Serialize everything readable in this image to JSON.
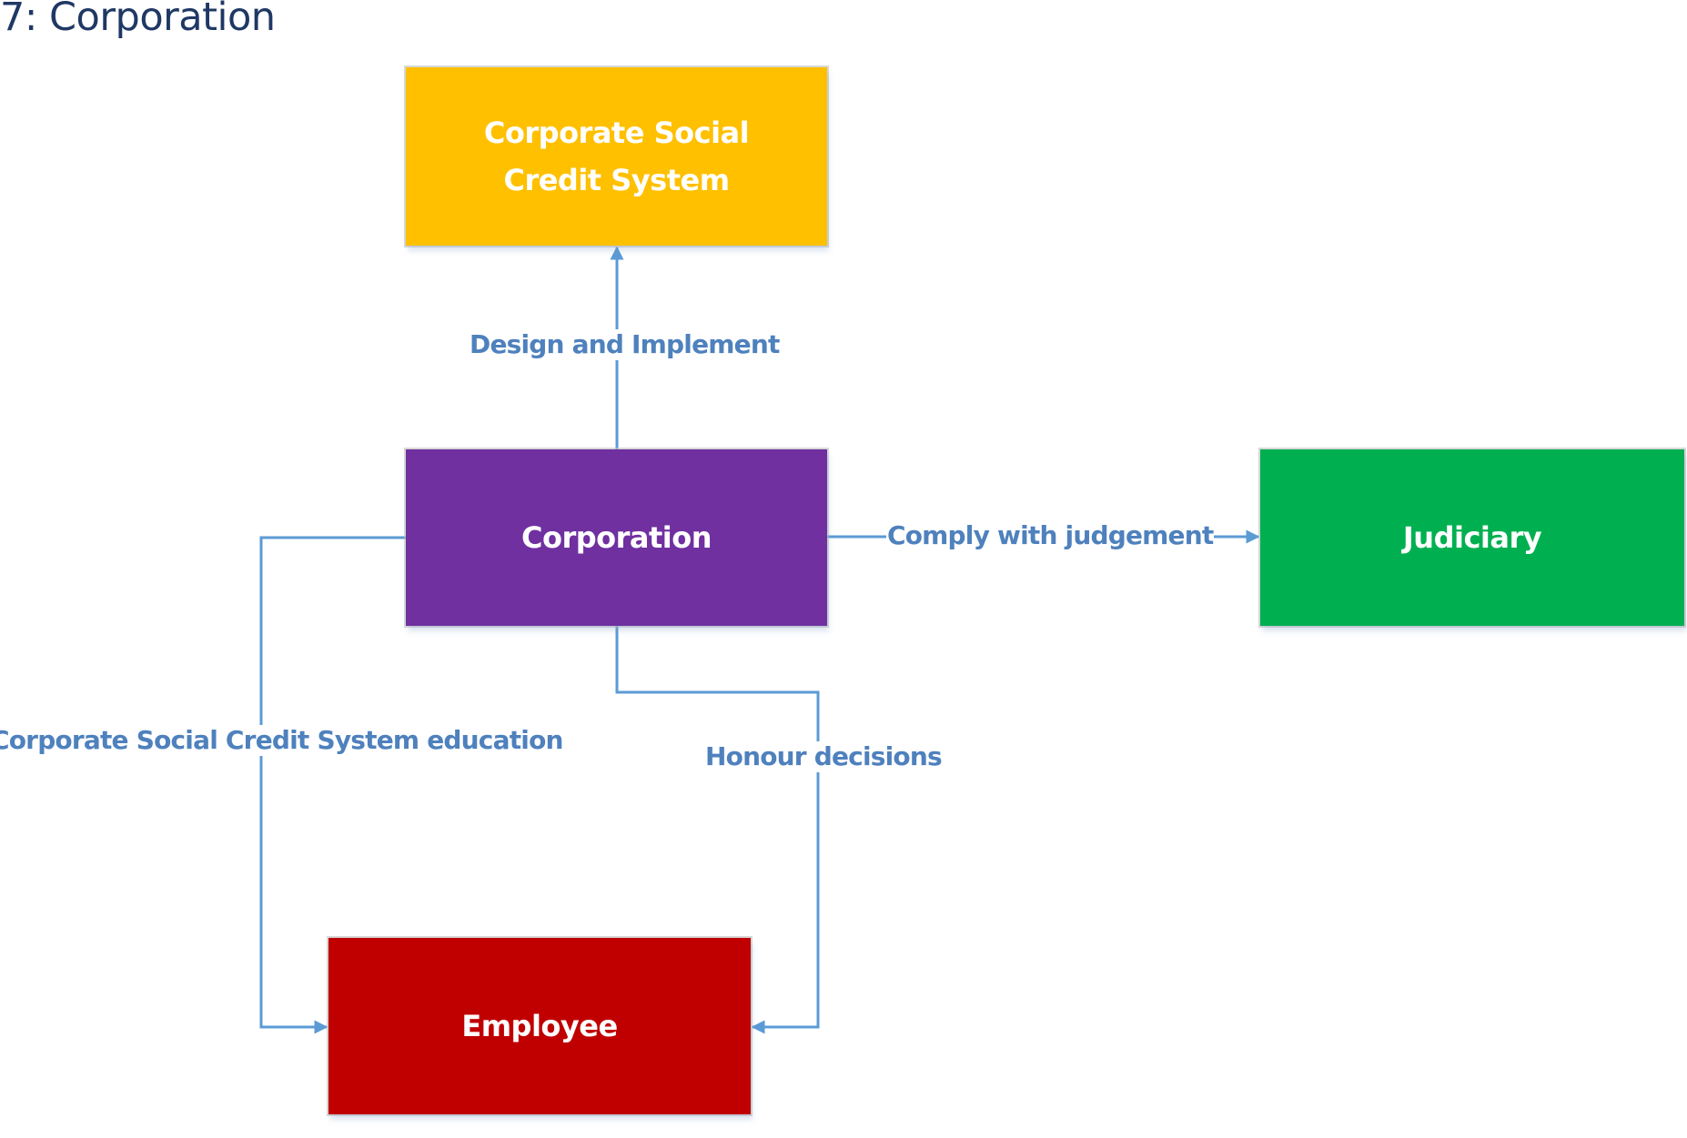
{
  "title": "7: Corporation",
  "colors": {
    "connector": "#5b9bd5",
    "label_text": "#4e81bd",
    "title_text": "#1f3864"
  },
  "nodes": {
    "csc_system": {
      "label": "Corporate Social Credit System",
      "color": "#ffc000"
    },
    "corporation": {
      "label": "Corporation",
      "color": "#7030a0"
    },
    "judiciary": {
      "label": "Judiciary",
      "color": "#00b050"
    },
    "employee": {
      "label": "Employee",
      "color": "#c00000"
    }
  },
  "edges": {
    "design": {
      "from": "Corporation",
      "to": "Corporate Social Credit System",
      "label": "Design and Implement"
    },
    "comply": {
      "from": "Corporation",
      "to": "Judiciary",
      "label": "Comply with judgement"
    },
    "education": {
      "from": "Corporation",
      "to": "Employee",
      "label": "Corporate Social Credit System education"
    },
    "honour": {
      "from": "Corporation",
      "to": "Employee",
      "label": "Honour decisions"
    }
  }
}
